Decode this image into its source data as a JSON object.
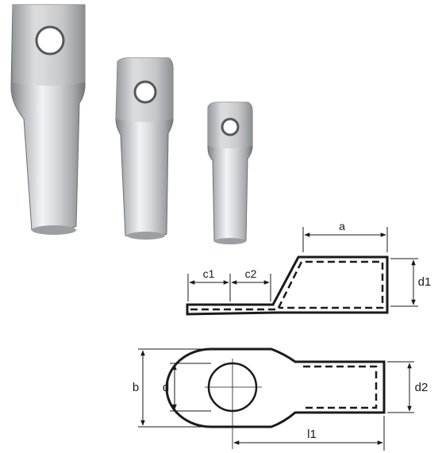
{
  "photo": {
    "subject": "three tin-plated copper cable lugs with bolt holes, decreasing in size",
    "metal_highlight": "#f2f3f4",
    "metal_mid": "#c9cbcd",
    "metal_shadow": "#8d9093",
    "metal_dark": "#5f6265"
  },
  "side_view": {
    "labels": {
      "a": "a",
      "c1": "c1",
      "c2": "c2",
      "d1": "d1"
    }
  },
  "top_view": {
    "labels": {
      "b": "b",
      "d": "d",
      "d2": "d2",
      "l1": "l1"
    }
  },
  "colors": {
    "ink": "#1a1a1a",
    "background": "#ffffff"
  }
}
